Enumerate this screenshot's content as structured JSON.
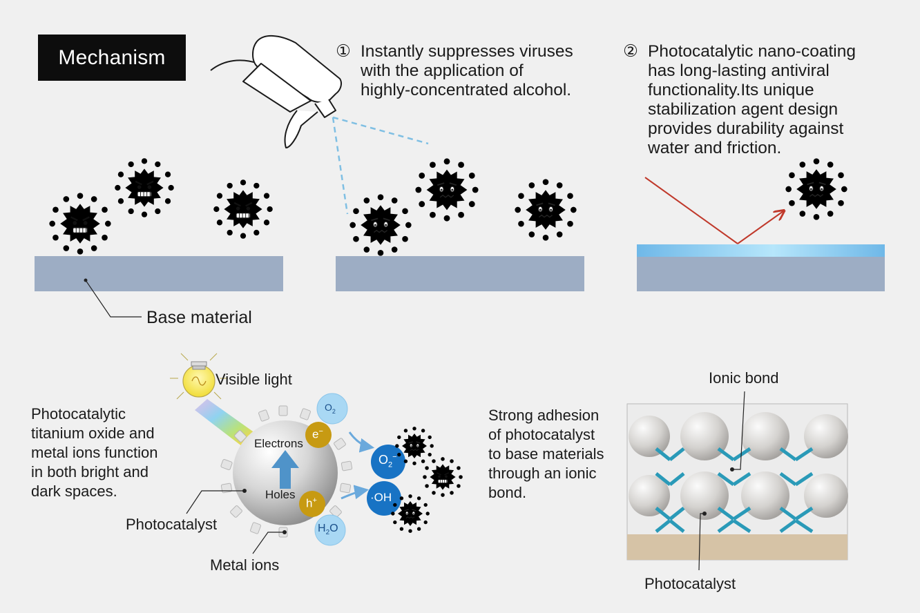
{
  "header": {
    "title": "Mechanism"
  },
  "steps": [
    {
      "number": "①",
      "lines": [
        "Instantly suppresses viruses",
        "with the application of",
        "highly-concentrated alcohol."
      ]
    },
    {
      "number": "②",
      "lines": [
        "Photocatalytic nano-coating",
        "has long-lasting antiviral",
        "functionality.Its unique",
        "stabilization agent design",
        "provides durability against",
        "water and friction."
      ]
    }
  ],
  "labels": {
    "base_material": "Base material",
    "visible_light": "Visible light",
    "electrons": "Electrons",
    "holes": "Holes",
    "photocatalyst": "Photocatalyst",
    "metal_ions": "Metal ions",
    "ionic_bond": "Ionic bond",
    "photocatalyst_right": "Photocatalyst"
  },
  "chem": {
    "o2": "O",
    "o2_sub": "2",
    "e_minus": "e",
    "e_sup": "−",
    "h_plus": "h",
    "h_sup": "+",
    "superoxide": "O",
    "superoxide_sub": "2",
    "superoxide_sup": "−",
    "hydroxyl": "·OH",
    "water": "H",
    "water_sub": "2",
    "water_tail": "O"
  },
  "descriptions": {
    "photocatalyst_function": [
      "Photocatalytic",
      "titanium oxide and",
      "metal ions function",
      "in both bright and",
      "dark spaces."
    ],
    "adhesion": [
      "Strong adhesion",
      "of photocatalyst",
      "to base materials",
      "through an ionic",
      "bond."
    ]
  },
  "colors": {
    "virus_active": "#5a1f86",
    "virus_inactive": "#8c8c8c",
    "base_material": "#9dadc4",
    "coating": "#8fd0ef",
    "spray_line": "#7fbfe3",
    "reflect_arrow": "#c0392b",
    "ionic_bond": "#2a9ab8",
    "substrate": "#d6c3a6",
    "electron_badge": "#c79a12",
    "radical_badge": "#1873c4",
    "molecule_badge": "#a9d8f4"
  },
  "icons": [
    "spray-bottle-icon",
    "virus-icon",
    "light-bulb-icon",
    "arrow-icon"
  ]
}
